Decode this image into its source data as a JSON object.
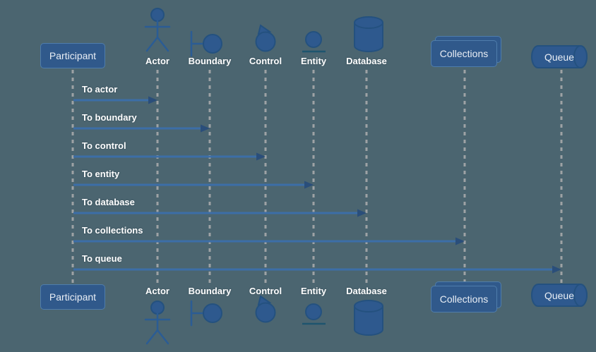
{
  "diagram": {
    "type": "sequence-diagram",
    "colors": {
      "background": "#4b6570",
      "shape_fill": "#2e598e",
      "shape_stroke": "#24517f",
      "box_fill": "#30598b",
      "box_border": "#4f7dac",
      "arrow_line": "#3c6ea7",
      "arrow_head": "#2a4e7a",
      "lifeline": "#9ea2a5",
      "text": "#ffffff"
    }
  },
  "participants": [
    {
      "label": "Participant",
      "shape": "box"
    },
    {
      "label": "Actor",
      "shape": "actor"
    },
    {
      "label": "Boundary",
      "shape": "boundary"
    },
    {
      "label": "Control",
      "shape": "control"
    },
    {
      "label": "Entity",
      "shape": "entity"
    },
    {
      "label": "Database",
      "shape": "database"
    },
    {
      "label": "Collections",
      "shape": "collections"
    },
    {
      "label": "Queue",
      "shape": "queue"
    }
  ],
  "messages": [
    {
      "label": "To actor",
      "from": "Participant",
      "to": "Actor"
    },
    {
      "label": "To boundary",
      "from": "Participant",
      "to": "Boundary"
    },
    {
      "label": "To control",
      "from": "Participant",
      "to": "Control"
    },
    {
      "label": "To entity",
      "from": "Participant",
      "to": "Entity"
    },
    {
      "label": "To database",
      "from": "Participant",
      "to": "Database"
    },
    {
      "label": "To collections",
      "from": "Participant",
      "to": "Collections"
    },
    {
      "label": "To queue",
      "from": "Participant",
      "to": "Queue"
    }
  ]
}
